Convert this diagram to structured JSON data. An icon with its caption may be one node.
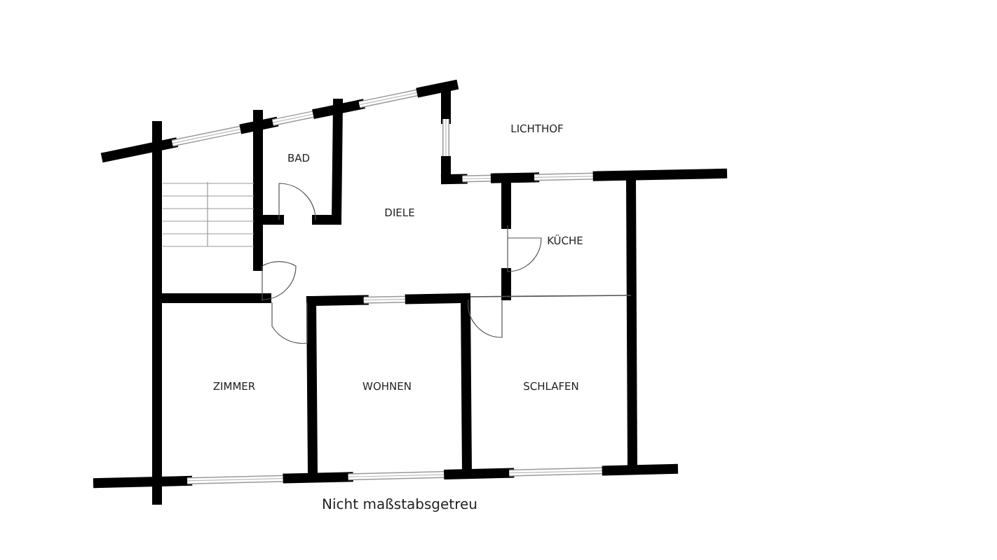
{
  "diagram": {
    "caption": "Nicht maßstabsgetreu",
    "labels": [
      "LICHTHOF",
      "BAD",
      "DIELE",
      "KÜCHE",
      "ZIMMER",
      "WOHNEN",
      "SCHLAFEN"
    ]
  }
}
